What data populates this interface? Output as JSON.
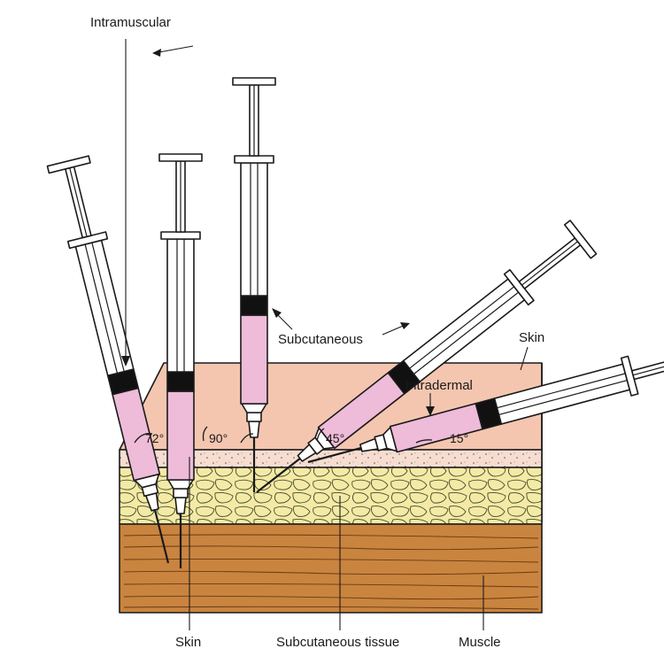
{
  "labels": {
    "intramuscular": "Intramuscular",
    "subcutaneous": "Subcutaneous",
    "skin_top": "Skin",
    "intradermal": "Intradermal",
    "skin_bottom": "Skin",
    "subcutaneous_tissue": "Subcutaneous tissue",
    "muscle": "Muscle"
  },
  "angles": {
    "a72": "72°",
    "a90": "90°",
    "a45": "45°",
    "a15": "15°"
  },
  "colors": {
    "skin_top": "#f4c6b0",
    "dermis": "#f7ddd0",
    "fat": "#f3eaa6",
    "muscle": "#c9843f",
    "fluid": "#eebbd8",
    "plunger_tip": "#111111"
  }
}
